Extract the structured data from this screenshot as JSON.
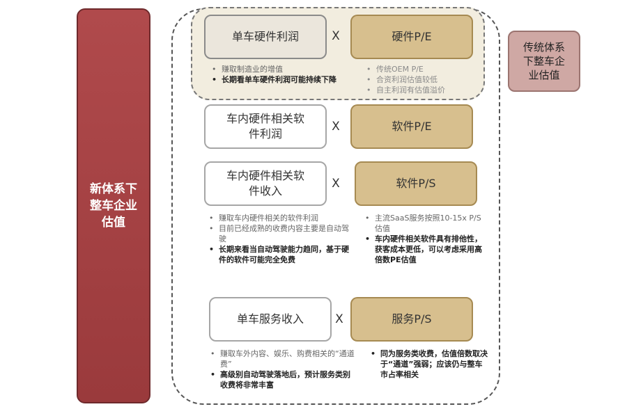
{
  "left_label": "新体系下\n整车企业\n估值",
  "right_label": "传统体系\n下整车企\n业估值",
  "times_symbol": "X",
  "rows": [
    {
      "left_box": "单车硬件利润",
      "right_box": "硬件P/E",
      "left_bullets": [
        {
          "text": "赚取制造业的增值",
          "bold": false
        },
        {
          "text": "长期看单车硬件利润可能持续下降",
          "bold": true
        }
      ],
      "right_bullets": [
        {
          "text": "传统OEM P/E",
          "bold": false
        },
        {
          "text": "合资利润估值较低",
          "bold": false
        },
        {
          "text": "自主利润有估值溢价",
          "bold": false
        }
      ]
    },
    {
      "left_box": "车内硬件相关软\n件利润",
      "right_box": "软件P/E"
    },
    {
      "left_box": "车内硬件相关软\n件收入",
      "right_box": "软件P/S",
      "left_bullets": [
        {
          "text": "赚取车内硬件相关的软件利润",
          "bold": false
        },
        {
          "text": "目前已经成熟的收费内容主要是自动驾驶",
          "bold": false
        },
        {
          "text": "长期来看当自动驾驶能力趋同，基于硬件的软件可能完全免费",
          "bold": true
        }
      ],
      "right_bullets": [
        {
          "text": "主流SaaS服务按照10-15x P/S估值",
          "bold": false
        },
        {
          "text": "车内硬件相关软件具有排他性，获客成本更低，可以考虑采用高倍数PE估值",
          "bold": true
        }
      ]
    },
    {
      "left_box": "单车服务收入",
      "right_box": "服务P/S",
      "left_bullets": [
        {
          "text": "赚取车外内容、娱乐、购费相关的“通道费”",
          "bold": false
        },
        {
          "text": "高级别自动驾驶落地后，预计服务类别收费将非常丰富",
          "bold": true
        }
      ],
      "right_bullets": [
        {
          "text": "同为服务类收费，估值倍数取决于“通道”强弱；应该仍与整车市占率相关",
          "bold": true
        }
      ]
    }
  ]
}
